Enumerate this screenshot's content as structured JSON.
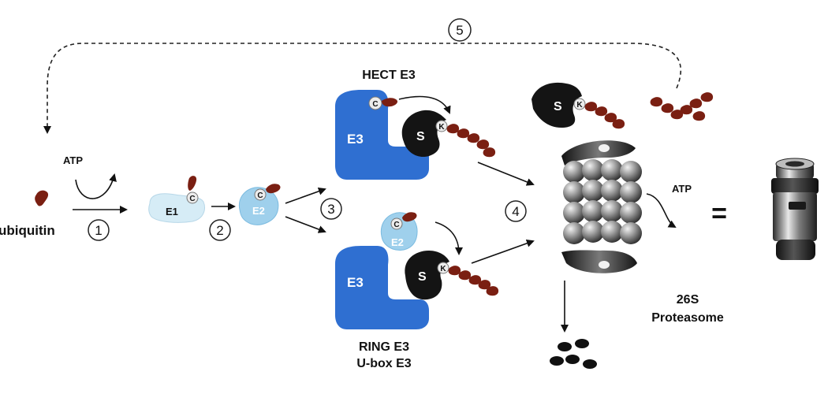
{
  "labels": {
    "ubiquitin": "ubiquitin",
    "atp_left": "ATP",
    "atp_right": "ATP",
    "hect": "HECT E3",
    "ring": "RING E3",
    "ubox": "U-box E3",
    "proteasome_26s": "26S",
    "proteasome": "Proteasome",
    "equals": "="
  },
  "enzymes": {
    "e1": "E1",
    "e2": "E2",
    "e3": "E3",
    "cys": "C",
    "lys": "K",
    "substrate": "S"
  },
  "steps": [
    "1",
    "2",
    "3",
    "4",
    "5"
  ],
  "colors": {
    "e3_blue": "#2f6fd1",
    "e1_light": "#d6ecf6",
    "e2_light": "#9fd0ec",
    "ubiquitin_red": "#7a1f12",
    "substrate_black": "#141414"
  }
}
